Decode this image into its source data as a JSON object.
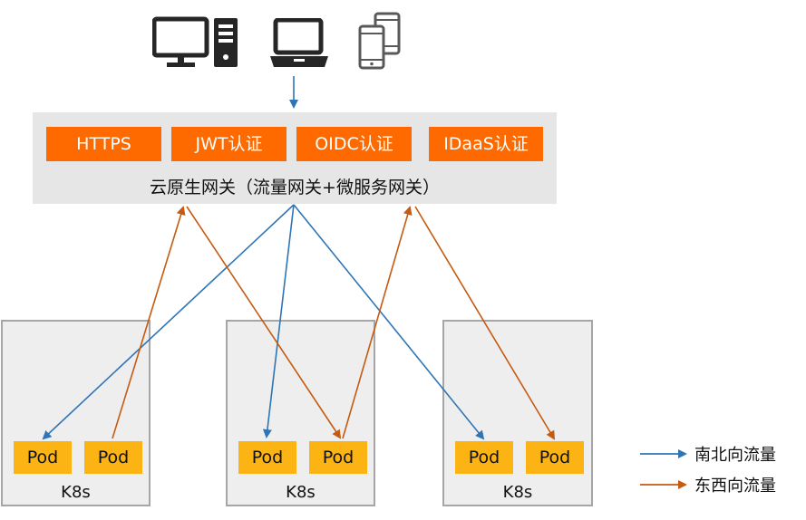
{
  "clients": {
    "icons": [
      "desktop-icon",
      "laptop-icon",
      "mobile-devices-icon"
    ]
  },
  "gateway": {
    "auth": [
      "HTTPS",
      "JWT认证",
      "OIDC认证",
      "IDaaS认证"
    ],
    "title": "云原生网关（流量网关+微服务网关）"
  },
  "clusters": [
    {
      "label": "K8s",
      "pods": [
        "Pod",
        "Pod"
      ]
    },
    {
      "label": "K8s",
      "pods": [
        "Pod",
        "Pod"
      ]
    },
    {
      "label": "K8s",
      "pods": [
        "Pod",
        "Pod"
      ]
    }
  ],
  "legend": {
    "north_south": "南北向流量",
    "east_west": "东西向流量"
  },
  "colors": {
    "north_south": "#2e75b6",
    "east_west": "#c55a11",
    "auth": "#ff6a00",
    "pod": "#fcb415",
    "gateway_bg": "#e6e6e6",
    "cluster_bg": "#eeeeee"
  }
}
